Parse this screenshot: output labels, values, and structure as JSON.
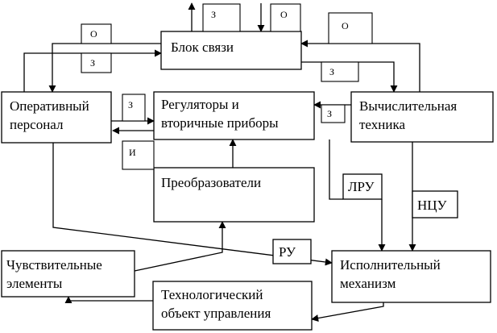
{
  "blocks": {
    "link_block": "Блок связи",
    "operators_1": "Оперативный",
    "operators_2": "персонал",
    "regulators_1": "Регуляторы и",
    "regulators_2": "вторичные приборы",
    "computing_1": "Вычислительная",
    "computing_2": "техника",
    "converters": "Преобразователи",
    "lru": "ЛРУ",
    "ncu": "НЦУ",
    "ru": "РУ",
    "sensors_1": "Чувствительные",
    "sensors_2": "элементы",
    "actuator_1": "Исполнительный",
    "actuator_2": "механизм",
    "object_1": "Технологический",
    "object_2": "объект управления"
  },
  "tags": {
    "z": "З",
    "o": "О",
    "i": "И"
  }
}
